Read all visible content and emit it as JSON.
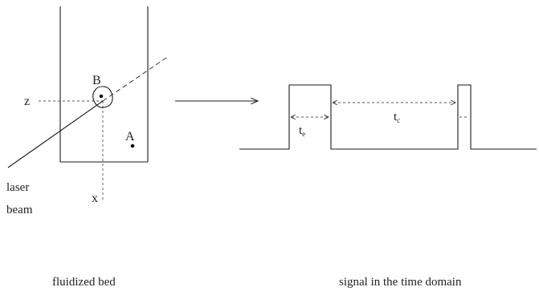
{
  "bed": {
    "label_z": "z",
    "label_x": "x",
    "point_a": "A",
    "point_b": "B",
    "laser_line1": "laser",
    "laser_line2": "beam",
    "caption": "fluidized bed"
  },
  "signal": {
    "pulse_width_label": "t",
    "pulse_width_sub": "e",
    "gap_label": "t",
    "gap_sub": "c",
    "caption": "signal in the time domain"
  }
}
